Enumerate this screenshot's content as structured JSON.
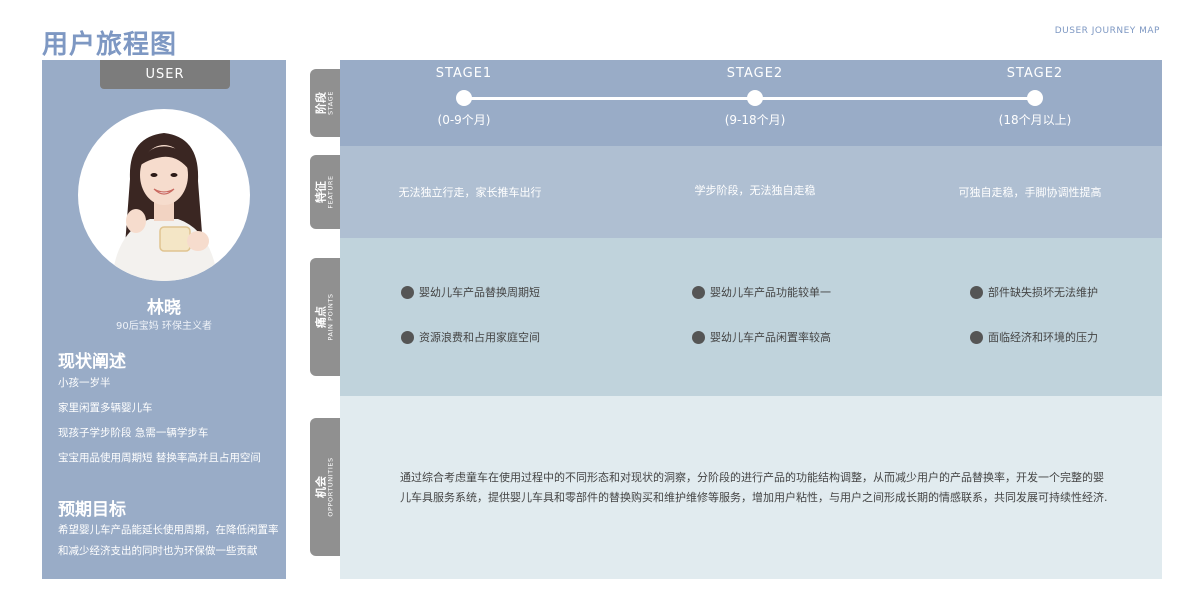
{
  "header": {
    "title": "用户旅程图",
    "tag": "DUSER JOURNEY MAP"
  },
  "user": {
    "tab_label": "USER",
    "name": "林晓",
    "description": "90后宝妈 环保主义者",
    "status_title": "现状阐述",
    "status_items": [
      "小孩一岁半",
      "家里闲置多辆婴儿车",
      "现孩子学步阶段   急需一辆学步车",
      "宝宝用品使用周期短   替换率高并且占用空间"
    ],
    "goal_title": "预期目标",
    "goal_text": "希望婴儿车产品能延长使用周期，在降低闲置率和减少经济支出的同时也为环保做一些贡献"
  },
  "rows": {
    "stage": {
      "cn": "阶段",
      "en": "STAGE"
    },
    "feature": {
      "cn": "特征",
      "en": "FEATURE"
    },
    "pain": {
      "cn": "痛点",
      "en": "PAIN POINTS"
    },
    "opportunity": {
      "cn": "机会",
      "en": "OPPORTUNITIES"
    }
  },
  "stages": [
    {
      "name": "STAGE1",
      "range": "(0-9个月)",
      "feature": "无法独立行走，家长推车出行",
      "pains": [
        "婴幼儿车产品替换周期短",
        "资源浪费和占用家庭空间"
      ]
    },
    {
      "name": "STAGE2",
      "range": "(9-18个月)",
      "feature": "学步阶段，无法独自走稳",
      "pains": [
        "婴幼儿车产品功能较单一",
        "婴幼儿车产品闲置率较高"
      ]
    },
    {
      "name": "STAGE2",
      "range": "(18个月以上)",
      "feature": "可独自走稳，手脚协调性提高",
      "pains": [
        "部件缺失损坏无法维护",
        "面临经济和环境的压力"
      ]
    }
  ],
  "opportunity_text": "通过综合考虑童车在使用过程中的不同形态和对现状的洞察，分阶段的进行产品的功能结构调整，从而减少用户的产品替换率，开发一个完整的婴儿车具服务系统，提供婴儿车具和零部件的替换购买和维护维修等服务，增加用户粘性，与用户之间形成长期的情感联系，共同发展可持续性经济.",
  "colors": {
    "accent": "#7e98c3",
    "panel": "#99acc7",
    "label": "#909090"
  }
}
